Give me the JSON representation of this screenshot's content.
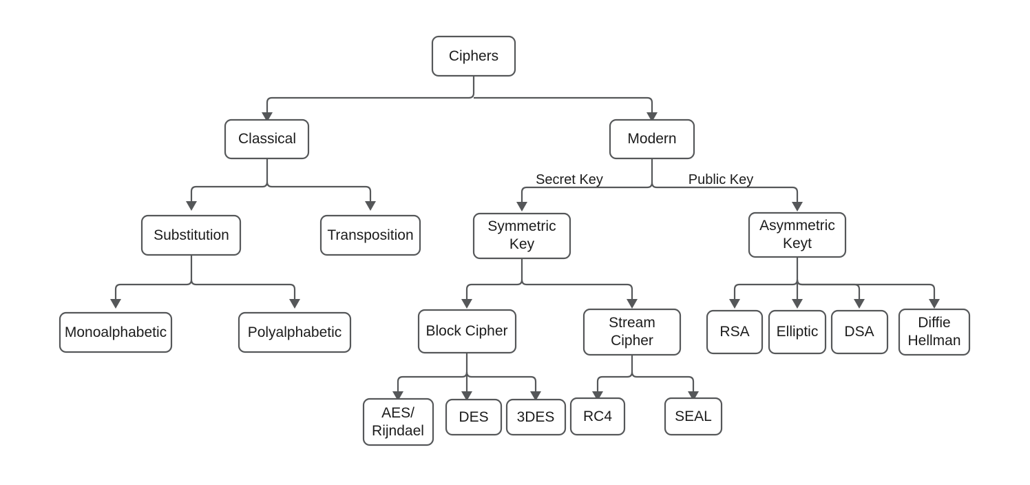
{
  "diagram": {
    "title": "Ciphers",
    "stroke_color": "#555759",
    "node_fill": "#ffffff",
    "text_color": "#1b1b1b",
    "background": "#ffffff",
    "nodes": {
      "ciphers": {
        "label": "Ciphers",
        "lines": [
          "Ciphers"
        ]
      },
      "classical": {
        "label": "Classical",
        "lines": [
          "Classical"
        ]
      },
      "modern": {
        "label": "Modern",
        "lines": [
          "Modern"
        ]
      },
      "substitution": {
        "label": "Substitution",
        "lines": [
          "Substitution"
        ]
      },
      "transposition": {
        "label": "Transposition",
        "lines": [
          "Transposition"
        ]
      },
      "symmetric": {
        "label": "Symmetric Key",
        "lines": [
          "Symmetric",
          "Key"
        ]
      },
      "asymmetric": {
        "label": "Asymmetric Keyt",
        "lines": [
          "Asymmetric",
          "Keyt"
        ]
      },
      "monoalphabetic": {
        "label": "Monoalphabetic",
        "lines": [
          "Monoalphabetic"
        ]
      },
      "polyalphabetic": {
        "label": "Polyalphabetic",
        "lines": [
          "Polyalphabetic"
        ]
      },
      "block": {
        "label": "Block Cipher",
        "lines": [
          "Block Cipher"
        ]
      },
      "stream": {
        "label": "Stream Cipher",
        "lines": [
          "Stream",
          "Cipher"
        ]
      },
      "rsa": {
        "label": "RSA",
        "lines": [
          "RSA"
        ]
      },
      "elliptic": {
        "label": "Elliptic",
        "lines": [
          "Elliptic"
        ]
      },
      "dsa": {
        "label": "DSA",
        "lines": [
          "DSA"
        ]
      },
      "diffie": {
        "label": "Diffie Hellman",
        "lines": [
          "Diffie",
          "Hellman"
        ]
      },
      "aes": {
        "label": "AES/ Rijndael",
        "lines": [
          "AES/",
          "Rijndael"
        ]
      },
      "des": {
        "label": "DES",
        "lines": [
          "DES"
        ]
      },
      "tripledes": {
        "label": "3DES",
        "lines": [
          "3DES"
        ]
      },
      "rc4": {
        "label": "RC4",
        "lines": [
          "RC4"
        ]
      },
      "seal": {
        "label": "SEAL",
        "lines": [
          "SEAL"
        ]
      }
    },
    "edge_labels": {
      "secret_key": "Secret Key",
      "public_key": "Public Key"
    }
  }
}
